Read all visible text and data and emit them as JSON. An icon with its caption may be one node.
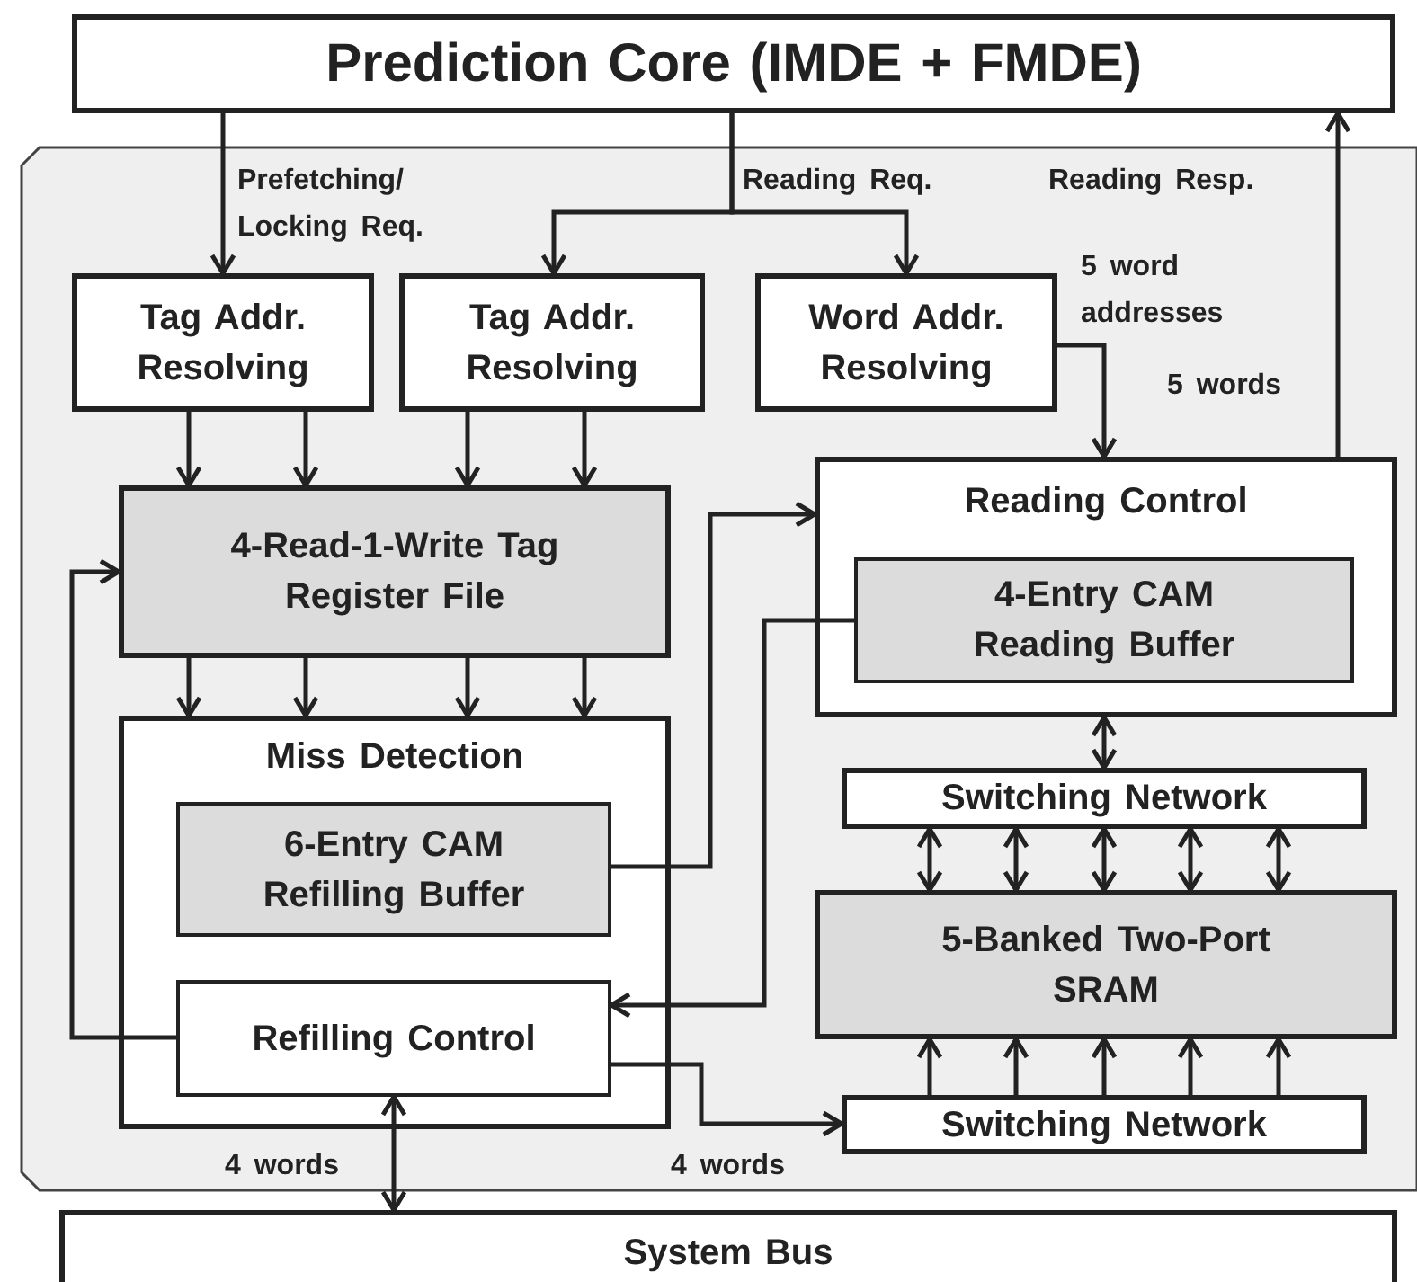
{
  "diagram": {
    "nodes": [
      {
        "text": [
          "Prediction Core (IMDE + FMDE)"
        ]
      },
      {
        "text": [
          "Tag Addr. Resolving"
        ]
      },
      {
        "text": [
          "Tag Addr. Resolving"
        ]
      },
      {
        "text": [
          "Word Addr. Resolving"
        ]
      },
      {
        "text": [
          "4-Read-1-Write Tag Register File"
        ]
      },
      {
        "text": [
          "Reading Control"
        ]
      },
      {
        "text": [
          "4-Entry CAM Reading Buffer"
        ],
        "in": 5
      },
      {
        "text": [
          "Miss Detection"
        ]
      },
      {
        "text": [
          "6-Entry CAM Refilling Buffer"
        ],
        "in": 7
      },
      {
        "text": [
          "Refilling Control"
        ],
        "in": 7
      },
      {
        "text": [
          "Switching Network"
        ]
      },
      {
        "text": [
          "5-Banked Two-Port SRAM"
        ]
      },
      {
        "text": [
          "Switching Network"
        ]
      },
      {
        "text": [
          "System Bus"
        ]
      }
    ],
    "edges": [
      {
        "from": 0,
        "to": 1,
        "arrow": "to",
        "label": "Prefetching/ Locking Req."
      },
      {
        "from": 0,
        "to": 2,
        "arrow": "to",
        "label": "Reading Req."
      },
      {
        "from": 0,
        "to": 3,
        "arrow": "to"
      },
      {
        "from": 5,
        "to": 0,
        "arrow": "to",
        "label": "Reading Resp."
      },
      {
        "from": 3,
        "to": 5,
        "arrow": "to",
        "label": "5 word addresses"
      },
      {
        "from": 1,
        "to": 4,
        "arrow": "to"
      },
      {
        "from": 1,
        "to": 4,
        "arrow": "to"
      },
      {
        "from": 2,
        "to": 4,
        "arrow": "to"
      },
      {
        "from": 2,
        "to": 4,
        "arrow": "to"
      },
      {
        "from": 4,
        "to": 7,
        "arrow": "to"
      },
      {
        "from": 4,
        "to": 7,
        "arrow": "to"
      },
      {
        "from": 4,
        "to": 7,
        "arrow": "to"
      },
      {
        "from": 4,
        "to": 7,
        "arrow": "to"
      },
      {
        "from": 9,
        "to": 4,
        "arrow": "to"
      },
      {
        "from": 8,
        "to": 5,
        "arrow": "to"
      },
      {
        "from": 6,
        "to": 9,
        "arrow": "to"
      },
      {
        "from": 5,
        "to": 10,
        "arrow": "both"
      },
      {
        "from": 10,
        "to": 11,
        "arrow": "both"
      },
      {
        "from": 10,
        "to": 11,
        "arrow": "both"
      },
      {
        "from": 10,
        "to": 11,
        "arrow": "both"
      },
      {
        "from": 10,
        "to": 11,
        "arrow": "both"
      },
      {
        "from": 10,
        "to": 11,
        "arrow": "both"
      },
      {
        "from": 12,
        "to": 11,
        "arrow": "to"
      },
      {
        "from": 12,
        "to": 11,
        "arrow": "to"
      },
      {
        "from": 12,
        "to": 11,
        "arrow": "to"
      },
      {
        "from": 12,
        "to": 11,
        "arrow": "to"
      },
      {
        "from": 12,
        "to": 11,
        "arrow": "to"
      },
      {
        "from": 9,
        "to": 12,
        "arrow": "to",
        "label": "4 words"
      },
      {
        "from": 9,
        "to": 13,
        "arrow": "both",
        "label": "4 words"
      }
    ],
    "labels": [
      "5 words"
    ]
  }
}
